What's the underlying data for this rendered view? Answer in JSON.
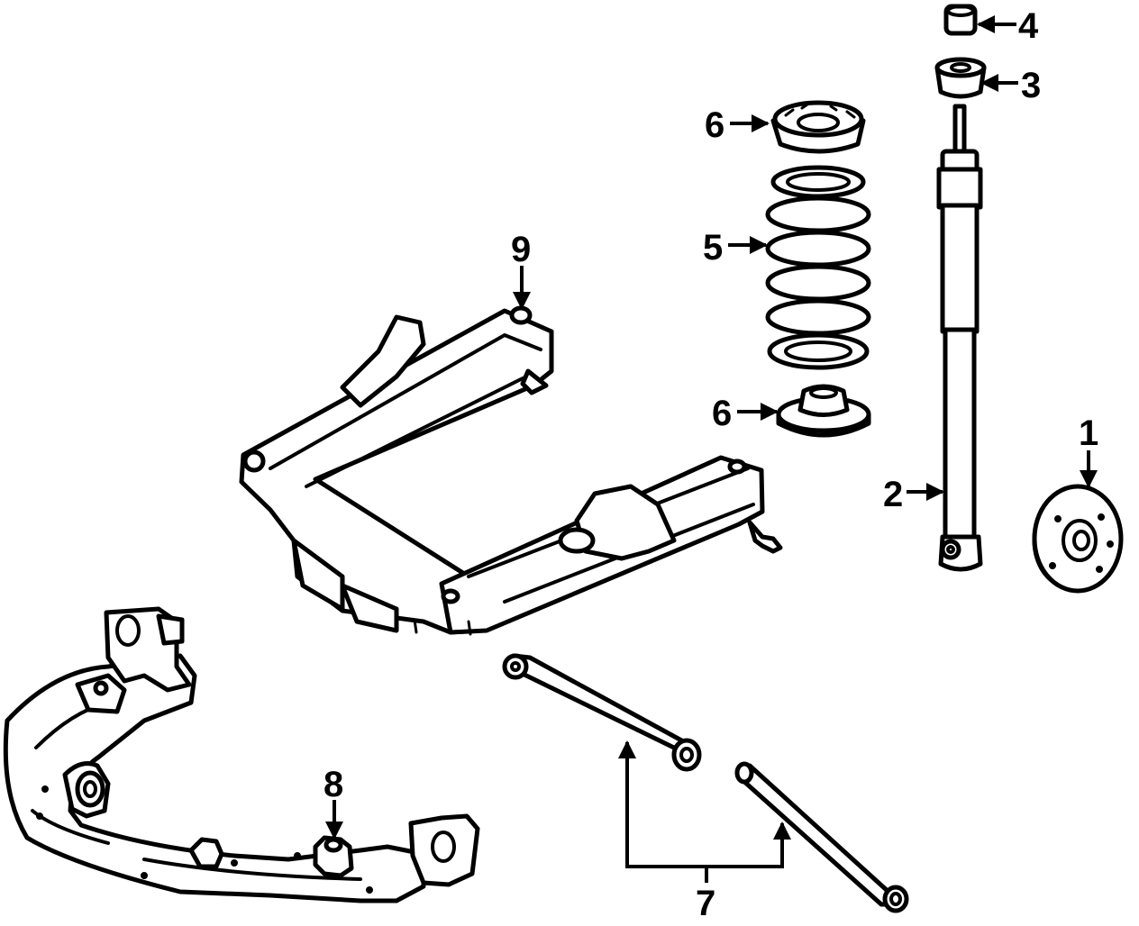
{
  "callouts": [
    {
      "id": "1",
      "label": "1"
    },
    {
      "id": "2",
      "label": "2"
    },
    {
      "id": "3",
      "label": "3"
    },
    {
      "id": "4",
      "label": "4"
    },
    {
      "id": "5",
      "label": "5"
    },
    {
      "id": "6a",
      "label": "6"
    },
    {
      "id": "6b",
      "label": "6"
    },
    {
      "id": "7",
      "label": "7"
    },
    {
      "id": "8",
      "label": "8"
    },
    {
      "id": "9",
      "label": "9"
    }
  ],
  "colors": {
    "line": "#000000",
    "background": "#ffffff"
  }
}
